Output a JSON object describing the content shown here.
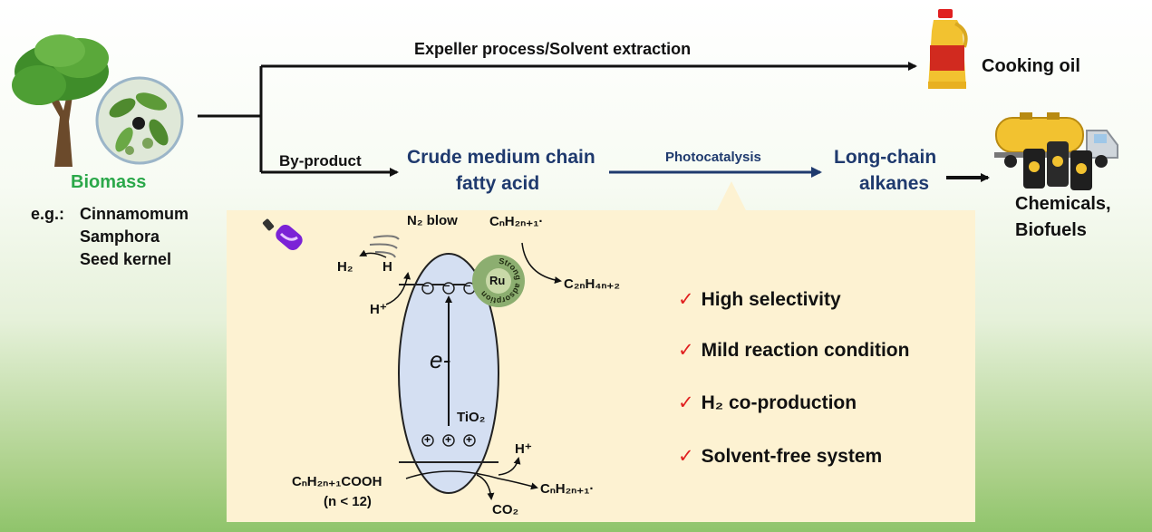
{
  "top_branch": {
    "process": "Expeller process/Solvent extraction",
    "product": "Cooking oil"
  },
  "source": {
    "title": "Biomass",
    "example_prefix": "e.g.:",
    "example_lines": [
      "Cinnamomum",
      "Samphora",
      "Seed kernel"
    ]
  },
  "bottom_branch": {
    "byproduct": "By-product",
    "feed_lines": [
      "Crude medium chain",
      "fatty acid"
    ],
    "step": "Photocatalysis",
    "output_lines": [
      "Long-chain",
      "alkanes"
    ],
    "final_lines": [
      "Chemicals,",
      "Biofuels"
    ]
  },
  "mechanism": {
    "n2_blow": "N₂ blow",
    "h": "H",
    "h2": "H₂",
    "h_plus": "H⁺",
    "electron": "e-",
    "catalyst": "TiO₂",
    "metal": "Ru",
    "ring_text": "Strong adsorption",
    "radical_top": "CₙH₂ₙ₊₁·",
    "alkane": "C₂ₙH₄ₙ₊₂",
    "acid": "CₙH₂ₙ₊₁COOH",
    "acid_note": "(n < 12)",
    "h_plus_bottom": "H⁺",
    "co2": "CO₂",
    "radical_bottom": "CₙH₂ₙ₊₁·",
    "minus": "−",
    "plus": "+"
  },
  "advantages": [
    "High selectivity",
    "Mild reaction condition",
    "H₂ co-production",
    "Solvent-free system"
  ],
  "check_mark": "✓",
  "colors": {
    "accent_green": "#2ba84a",
    "accent_blue": "#1f3a6e",
    "check_red": "#e02020",
    "panel": "#fdf2d2",
    "particle": "#d4dff2"
  },
  "icons": [
    "tree-icon",
    "seed-branch-icon",
    "oil-bottle-icon",
    "tanker-truck-icon",
    "oil-barrels-icon",
    "lamp-icon",
    "wind-icon"
  ]
}
